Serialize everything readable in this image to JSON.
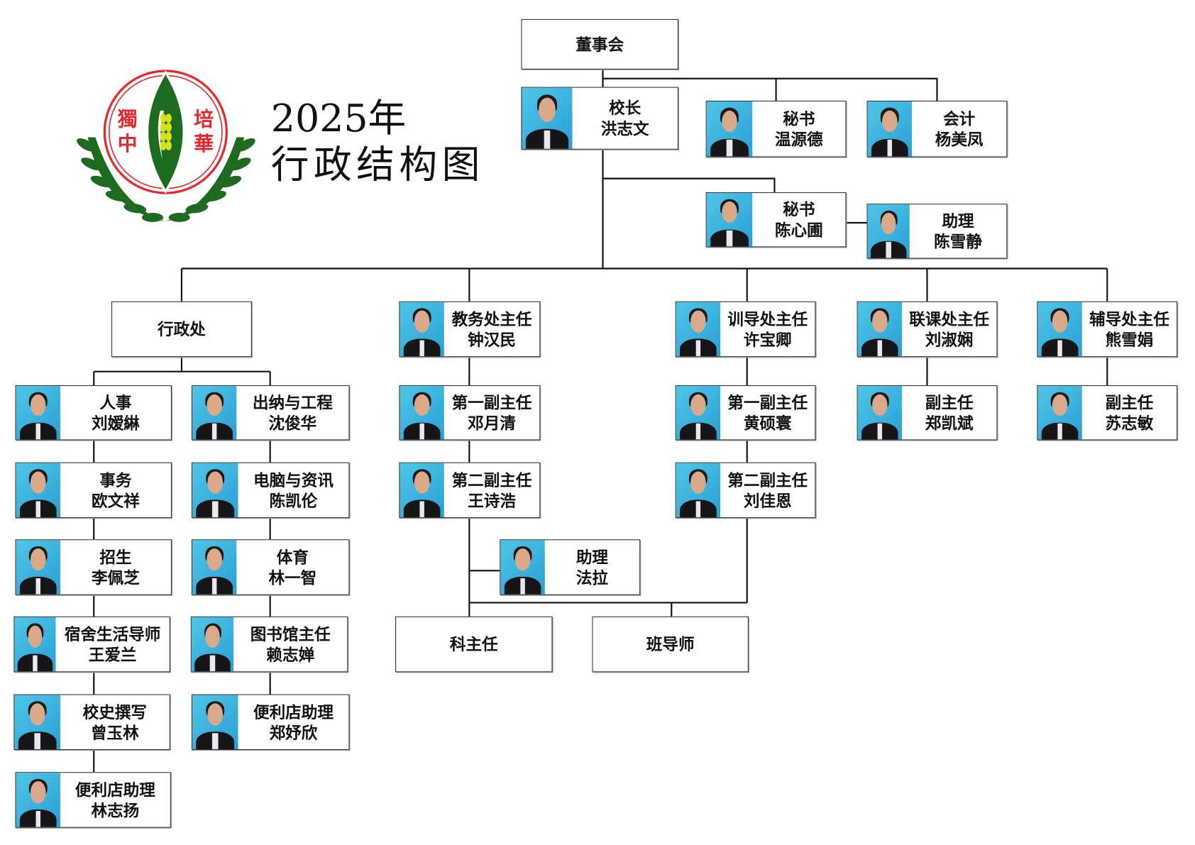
{
  "logo": {
    "chars": [
      "獨",
      "中",
      "培",
      "華"
    ],
    "green": "#1d6b1f",
    "red": "#e8262b"
  },
  "title": {
    "year": "2025年",
    "subtitle": "行政结构图"
  },
  "nodes": {
    "board": {
      "role": "董事会"
    },
    "principal": {
      "role": "校长",
      "name": "洪志文"
    },
    "secretary1": {
      "role": "秘书",
      "name": "温源德"
    },
    "accountant": {
      "role": "会计",
      "name": "杨美凤"
    },
    "secretary2": {
      "role": "秘书",
      "name": "陈心圃"
    },
    "assistant1": {
      "role": "助理",
      "name": "陈雪静"
    },
    "admin_office": {
      "role": "行政处"
    },
    "academic_head": {
      "role": "教务处主任",
      "name": "钟汉民"
    },
    "discipline_head": {
      "role": "训导处主任",
      "name": "许宝卿"
    },
    "cocurricular_head": {
      "role": "联课处主任",
      "name": "刘淑娴"
    },
    "counseling_head": {
      "role": "辅导处主任",
      "name": "熊雪娟"
    },
    "hr": {
      "role": "人事",
      "name": "刘嫒綝"
    },
    "cashier": {
      "role": "出纳与工程",
      "name": "沈俊华"
    },
    "academic_dep1": {
      "role": "第一副主任",
      "name": "邓月清"
    },
    "discipline_dep1": {
      "role": "第一副主任",
      "name": "黄硕寰"
    },
    "cocurricular_dep": {
      "role": "副主任",
      "name": "郑凯斌"
    },
    "counseling_dep": {
      "role": "副主任",
      "name": "苏志敏"
    },
    "affairs": {
      "role": "事务",
      "name": "欧文祥"
    },
    "it": {
      "role": "电脑与资讯",
      "name": "陈凯伦"
    },
    "academic_dep2": {
      "role": "第二副主任",
      "name": "王诗浩"
    },
    "discipline_dep2": {
      "role": "第二副主任",
      "name": "刘佳恩"
    },
    "admission": {
      "role": "招生",
      "name": "李佩芝"
    },
    "sports": {
      "role": "体育",
      "name": "林一智"
    },
    "assistant2": {
      "role": "助理",
      "name": "法拉"
    },
    "hostel": {
      "role": "宿舍生活导师",
      "name": "王爱兰"
    },
    "library": {
      "role": "图书馆主任",
      "name": "赖志婵"
    },
    "history": {
      "role": "校史撰写",
      "name": "曾玉林"
    },
    "shop1": {
      "role": "便利店助理",
      "name": "郑妤欣"
    },
    "shop2": {
      "role": "便利店助理",
      "name": "林志扬"
    },
    "subject_heads": {
      "role": "科主任"
    },
    "class_teachers": {
      "role": "班导师"
    }
  }
}
